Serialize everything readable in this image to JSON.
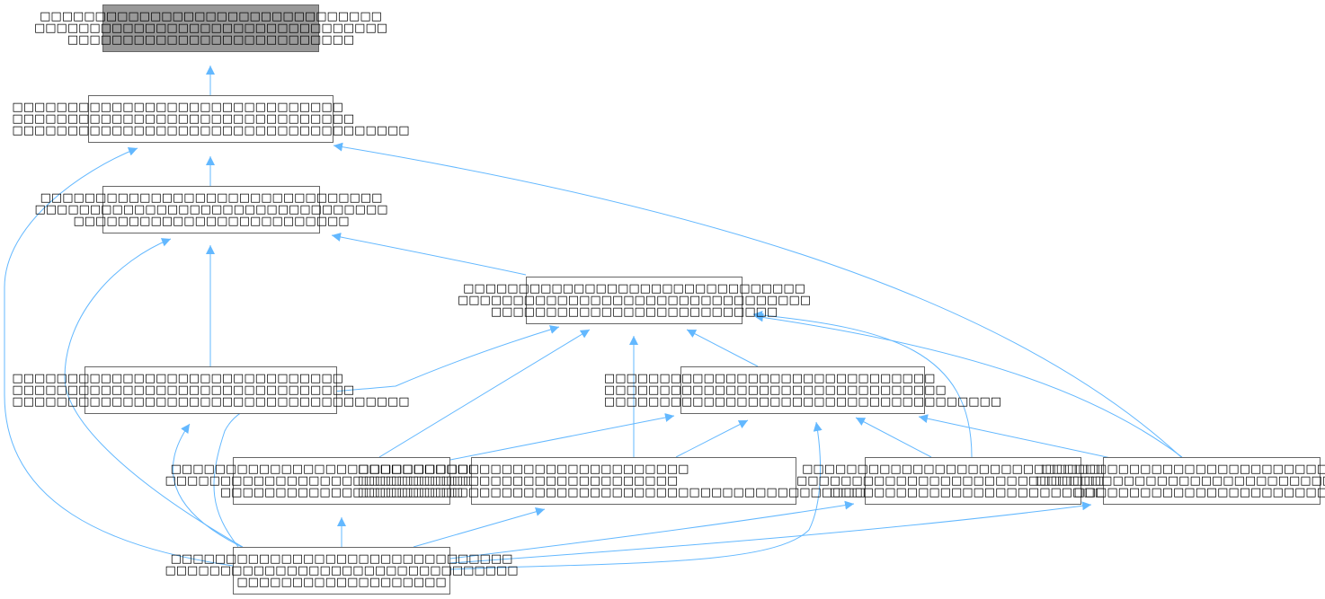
{
  "diagram": {
    "edge_color": "#63b8ff",
    "nodes": [
      {
        "id": "n0",
        "lines": [
          "□□□□□□□□□□□□□□□□□□□□□□□□□□□□□□□",
          "□□□□□□□□□□□□□□□□□□□□□□□□□□□□□□□□",
          "□□□□□□□□□□□□□□□□□□□□□□□□□□"
        ]
      },
      {
        "id": "n1",
        "lines": [
          "□□□□□□□□□□□□□□□□□□□□□□□□□□□□□□",
          "□□□□□□□□□□□□□□□□□□□□□□□□□□□□□□□",
          "□□□□□□□□□□□□□□□□□□□□□□□□□□□□□□□□□□□□"
        ]
      },
      {
        "id": "n2",
        "lines": [
          "□□□□□□□□□□□□□□□□□□□□□□□□□□□□□□□",
          "□□□□□□□□□□□□□□□□□□□□□□□□□□□□□□□□",
          "□□□□□□□□□□□□□□□□□□□□□□□□□"
        ]
      },
      {
        "id": "n3",
        "lines": [
          "□□□□□□□□□□□□□□□□□□□□□□□□□□□□□□□",
          "□□□□□□□□□□□□□□□□□□□□□□□□□□□□□□□□",
          "□□□□□□□□□□□□□□□□□□□□□□□□□□"
        ]
      },
      {
        "id": "n4",
        "lines": [
          "□□□□□□□□□□□□□□□□□□□□□□□□□□□□□□",
          "□□□□□□□□□□□□□□□□□□□□□□□□□□□□□□□",
          "□□□□□□□□□□□□□□□□□□□□□□□□□□□□□□□□□□□□"
        ]
      },
      {
        "id": "n5",
        "lines": [
          "□□□□□□□□□□□□□□□□□□□□□□□□□□□□□□",
          "□□□□□□□□□□□□□□□□□□□□□□□□□□□□□□□",
          "□□□□□□□□□□□□□□□□□□□□□□□□□□□□□□□□□□□□"
        ]
      },
      {
        "id": "n6",
        "lines": [
          "□□□□□□□□□□□□□□□□□□□□□□□□□□□□□□□",
          "□□□□□□□□□□□□□□□□□□□□□□□□□□□□□□□□",
          "□□□□□□□□□□□□□□□□□□□□□□"
        ]
      },
      {
        "id": "n7",
        "lines": [
          "□□□□□□□□□□□□□□□□□□□□□□□□□□□□□□",
          "□□□□□□□□□□□□□□□□□□□□□□□□□□□□□",
          "□□□□□□□□□□□□□□□□□□□□□□□□□□□□□□□□□□□□□□□□□□□□□□□□□□"
        ]
      },
      {
        "id": "n8",
        "lines": [
          "□□□□□□□□□□□□□□□□□□□□□□□□□□□□□□□",
          "□□□□□□□□□□□□□□□□□□□□□□□□□□□□□□□□",
          "□□□□□□□□□□□□□□□□□□□□□□□□□□"
        ]
      },
      {
        "id": "n9",
        "lines": [
          "□□□□□□□□□□□□□□□□□□□□□□□□□□□□□□□",
          "□□□□□□□□□□□□□□□□□□□□□□□□□□□□□□□□",
          "□□□□□□□□□□□□□□□□□□□□□□□□□"
        ]
      },
      {
        "id": "n10",
        "lines": [
          "□□□□□□□□□□□□□□□□□□□□□□□□□□□□□□□",
          "□□□□□□□□□□□□□□□□□□□□□□□□□□□□□□□□",
          "□□□□□□□□□□□□□□□□□□□"
        ]
      }
    ],
    "edges": [
      {
        "from": "n1",
        "to": "n0"
      },
      {
        "from": "n2",
        "to": "n1"
      },
      {
        "from": "n10",
        "to": "n1"
      },
      {
        "from": "n9",
        "to": "n1"
      },
      {
        "from": "n3",
        "to": "n2"
      },
      {
        "from": "n4",
        "to": "n2"
      },
      {
        "from": "n10",
        "to": "n2"
      },
      {
        "from": "n10",
        "to": "n3"
      },
      {
        "from": "n6",
        "to": "n3"
      },
      {
        "from": "n7",
        "to": "n3"
      },
      {
        "from": "n5",
        "to": "n3"
      },
      {
        "from": "n8",
        "to": "n3"
      },
      {
        "from": "n9",
        "to": "n3"
      },
      {
        "from": "n10",
        "to": "n4"
      },
      {
        "from": "n6",
        "to": "n5"
      },
      {
        "from": "n7",
        "to": "n5"
      },
      {
        "from": "n8",
        "to": "n5"
      },
      {
        "from": "n9",
        "to": "n5"
      },
      {
        "from": "n10",
        "to": "n5"
      },
      {
        "from": "n10",
        "to": "n6"
      },
      {
        "from": "n10",
        "to": "n7"
      },
      {
        "from": "n10",
        "to": "n8"
      },
      {
        "from": "n10",
        "to": "n9"
      }
    ]
  }
}
